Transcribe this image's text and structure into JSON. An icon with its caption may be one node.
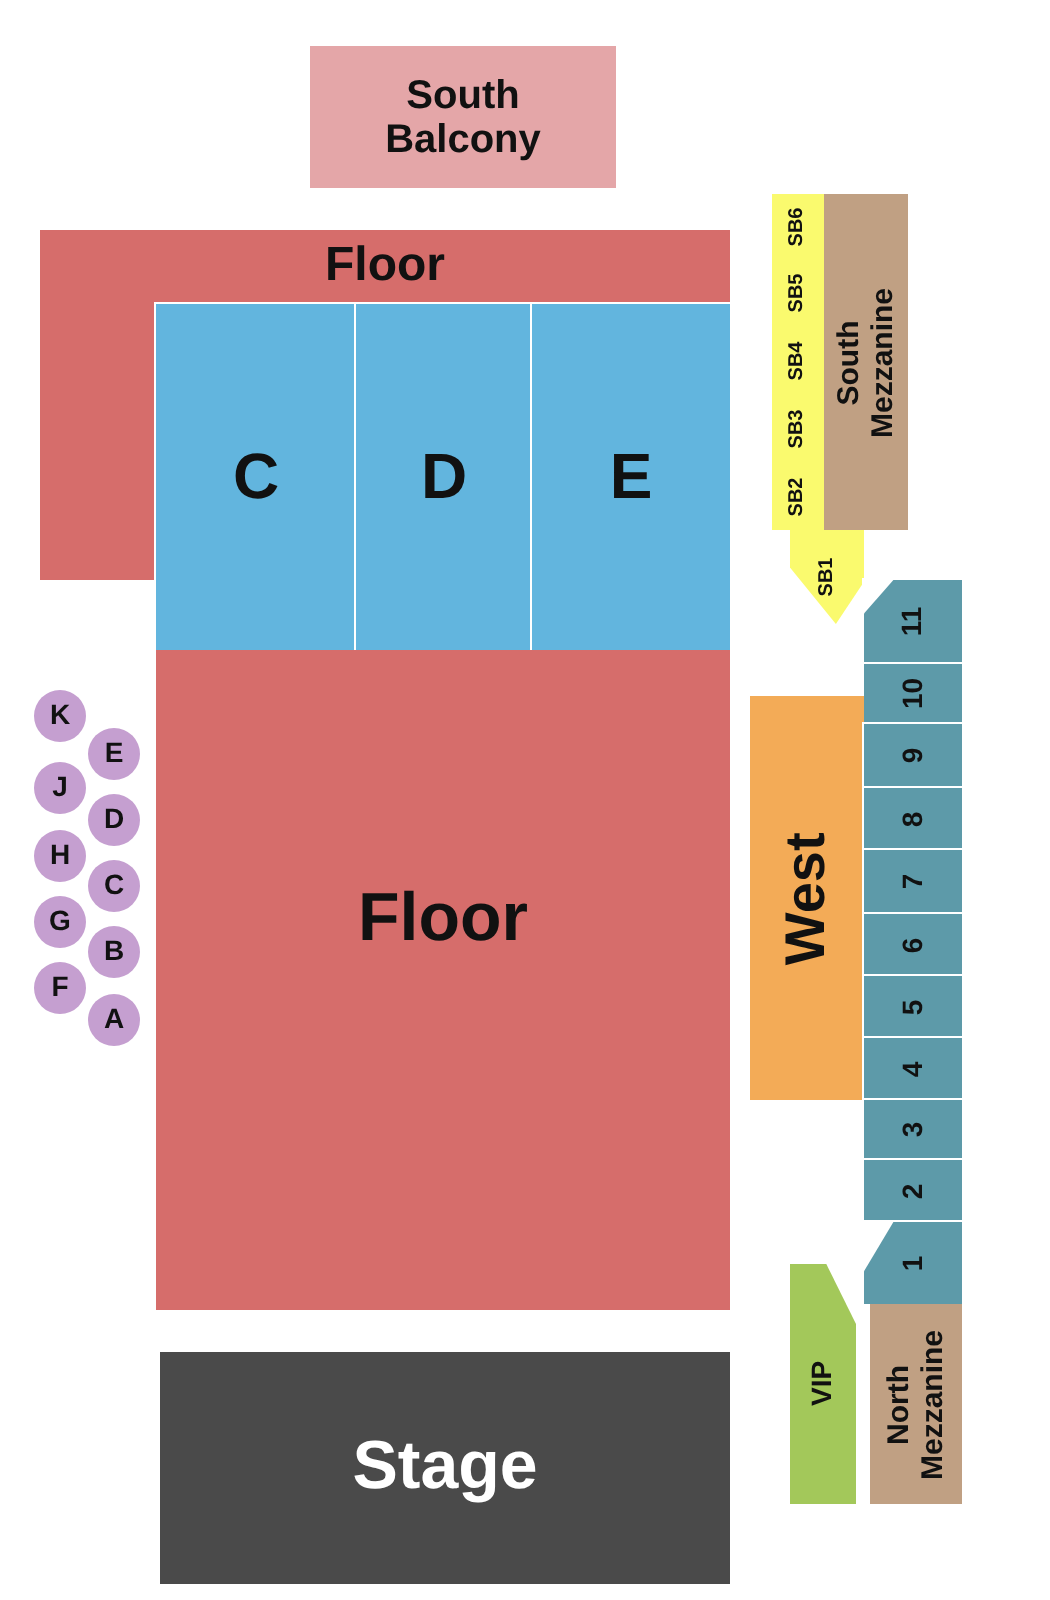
{
  "diagram": {
    "nodes": [
      {
        "text": [
          "South Balcony"
        ]
      },
      {
        "text": [
          "Floor"
        ]
      },
      {
        "text": [
          "C"
        ]
      },
      {
        "text": [
          "D"
        ]
      },
      {
        "text": [
          "E"
        ]
      },
      {
        "text": [
          "SB6"
        ]
      },
      {
        "text": [
          "SB5"
        ]
      },
      {
        "text": [
          "SB4"
        ]
      },
      {
        "text": [
          "SB3"
        ]
      },
      {
        "text": [
          "SB2"
        ]
      },
      {
        "text": [
          "South Mezzanine"
        ]
      },
      {
        "text": [
          "SB1"
        ]
      },
      {
        "text": [
          "11"
        ]
      },
      {
        "text": [
          "K"
        ]
      },
      {
        "text": [
          "E"
        ]
      },
      {
        "text": [
          "J"
        ]
      },
      {
        "text": [
          "D"
        ]
      },
      {
        "text": [
          "10"
        ]
      },
      {
        "text": [
          "West"
        ]
      },
      {
        "text": [
          "H"
        ]
      },
      {
        "text": [
          "C"
        ]
      },
      {
        "text": [
          "9"
        ]
      },
      {
        "text": [
          "8"
        ]
      },
      {
        "text": [
          "Floor"
        ]
      },
      {
        "text": [
          "G"
        ]
      },
      {
        "text": [
          "B"
        ]
      },
      {
        "text": [
          "7"
        ]
      },
      {
        "text": [
          "6"
        ]
      },
      {
        "text": [
          "F"
        ]
      },
      {
        "text": [
          "A"
        ]
      },
      {
        "text": [
          "5"
        ]
      },
      {
        "text": [
          "4"
        ]
      },
      {
        "text": [
          "3"
        ]
      },
      {
        "text": [
          "2"
        ]
      },
      {
        "text": [
          "1"
        ]
      },
      {
        "text": [
          "VIP"
        ]
      },
      {
        "text": [
          "North Mezzanine"
        ]
      },
      {
        "text": [
          "Stage"
        ]
      }
    ]
  }
}
